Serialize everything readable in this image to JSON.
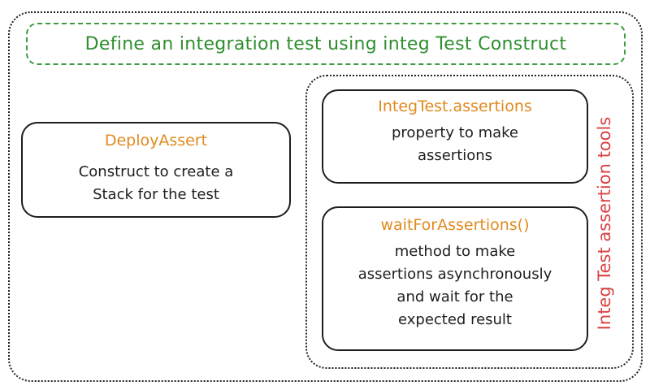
{
  "header": {
    "text": "Define an integration test using integ Test Construct"
  },
  "side_label": {
    "text": "Integ Test assertion tools"
  },
  "cards": {
    "deploy_assert": {
      "title": "DeployAssert",
      "description": "Construct to create a\nStack for the test"
    },
    "integ_assertions": {
      "title": "IntegTest.assertions",
      "description": "property to make\nassertions"
    },
    "wait_for_assertions": {
      "title": "waitForAssertions()",
      "description": "method to make\nassertions asynchronously\nand wait for the\nexpected result"
    }
  },
  "colors": {
    "header_green": "#2f8f2f",
    "title_orange": "#e08a1e",
    "side_label_red": "#d94141",
    "outline": "#1e1e1e"
  }
}
